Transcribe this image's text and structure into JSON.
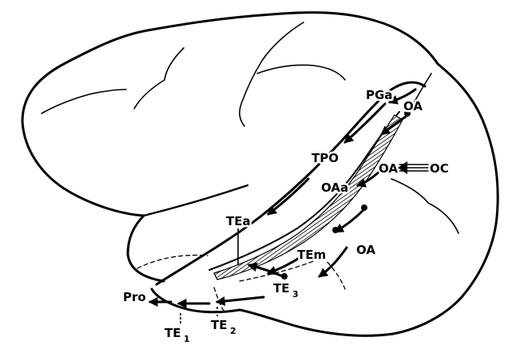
{
  "labels": {
    "pga": "PGa",
    "oa_top": "OA",
    "tpo": "TPO",
    "oa_mid": "OA",
    "oc": "OC",
    "oaa": "OAa",
    "tea": "TEa",
    "tem": "TEm",
    "oa_low": "OA",
    "te3": "TE",
    "te3_sub": "3",
    "pro": "Pro",
    "te1": "TE",
    "te1_sub": "1",
    "te2": "TE",
    "te2_sub": "2"
  },
  "colors": {
    "ink": "#000000",
    "paper": "#ffffff"
  }
}
